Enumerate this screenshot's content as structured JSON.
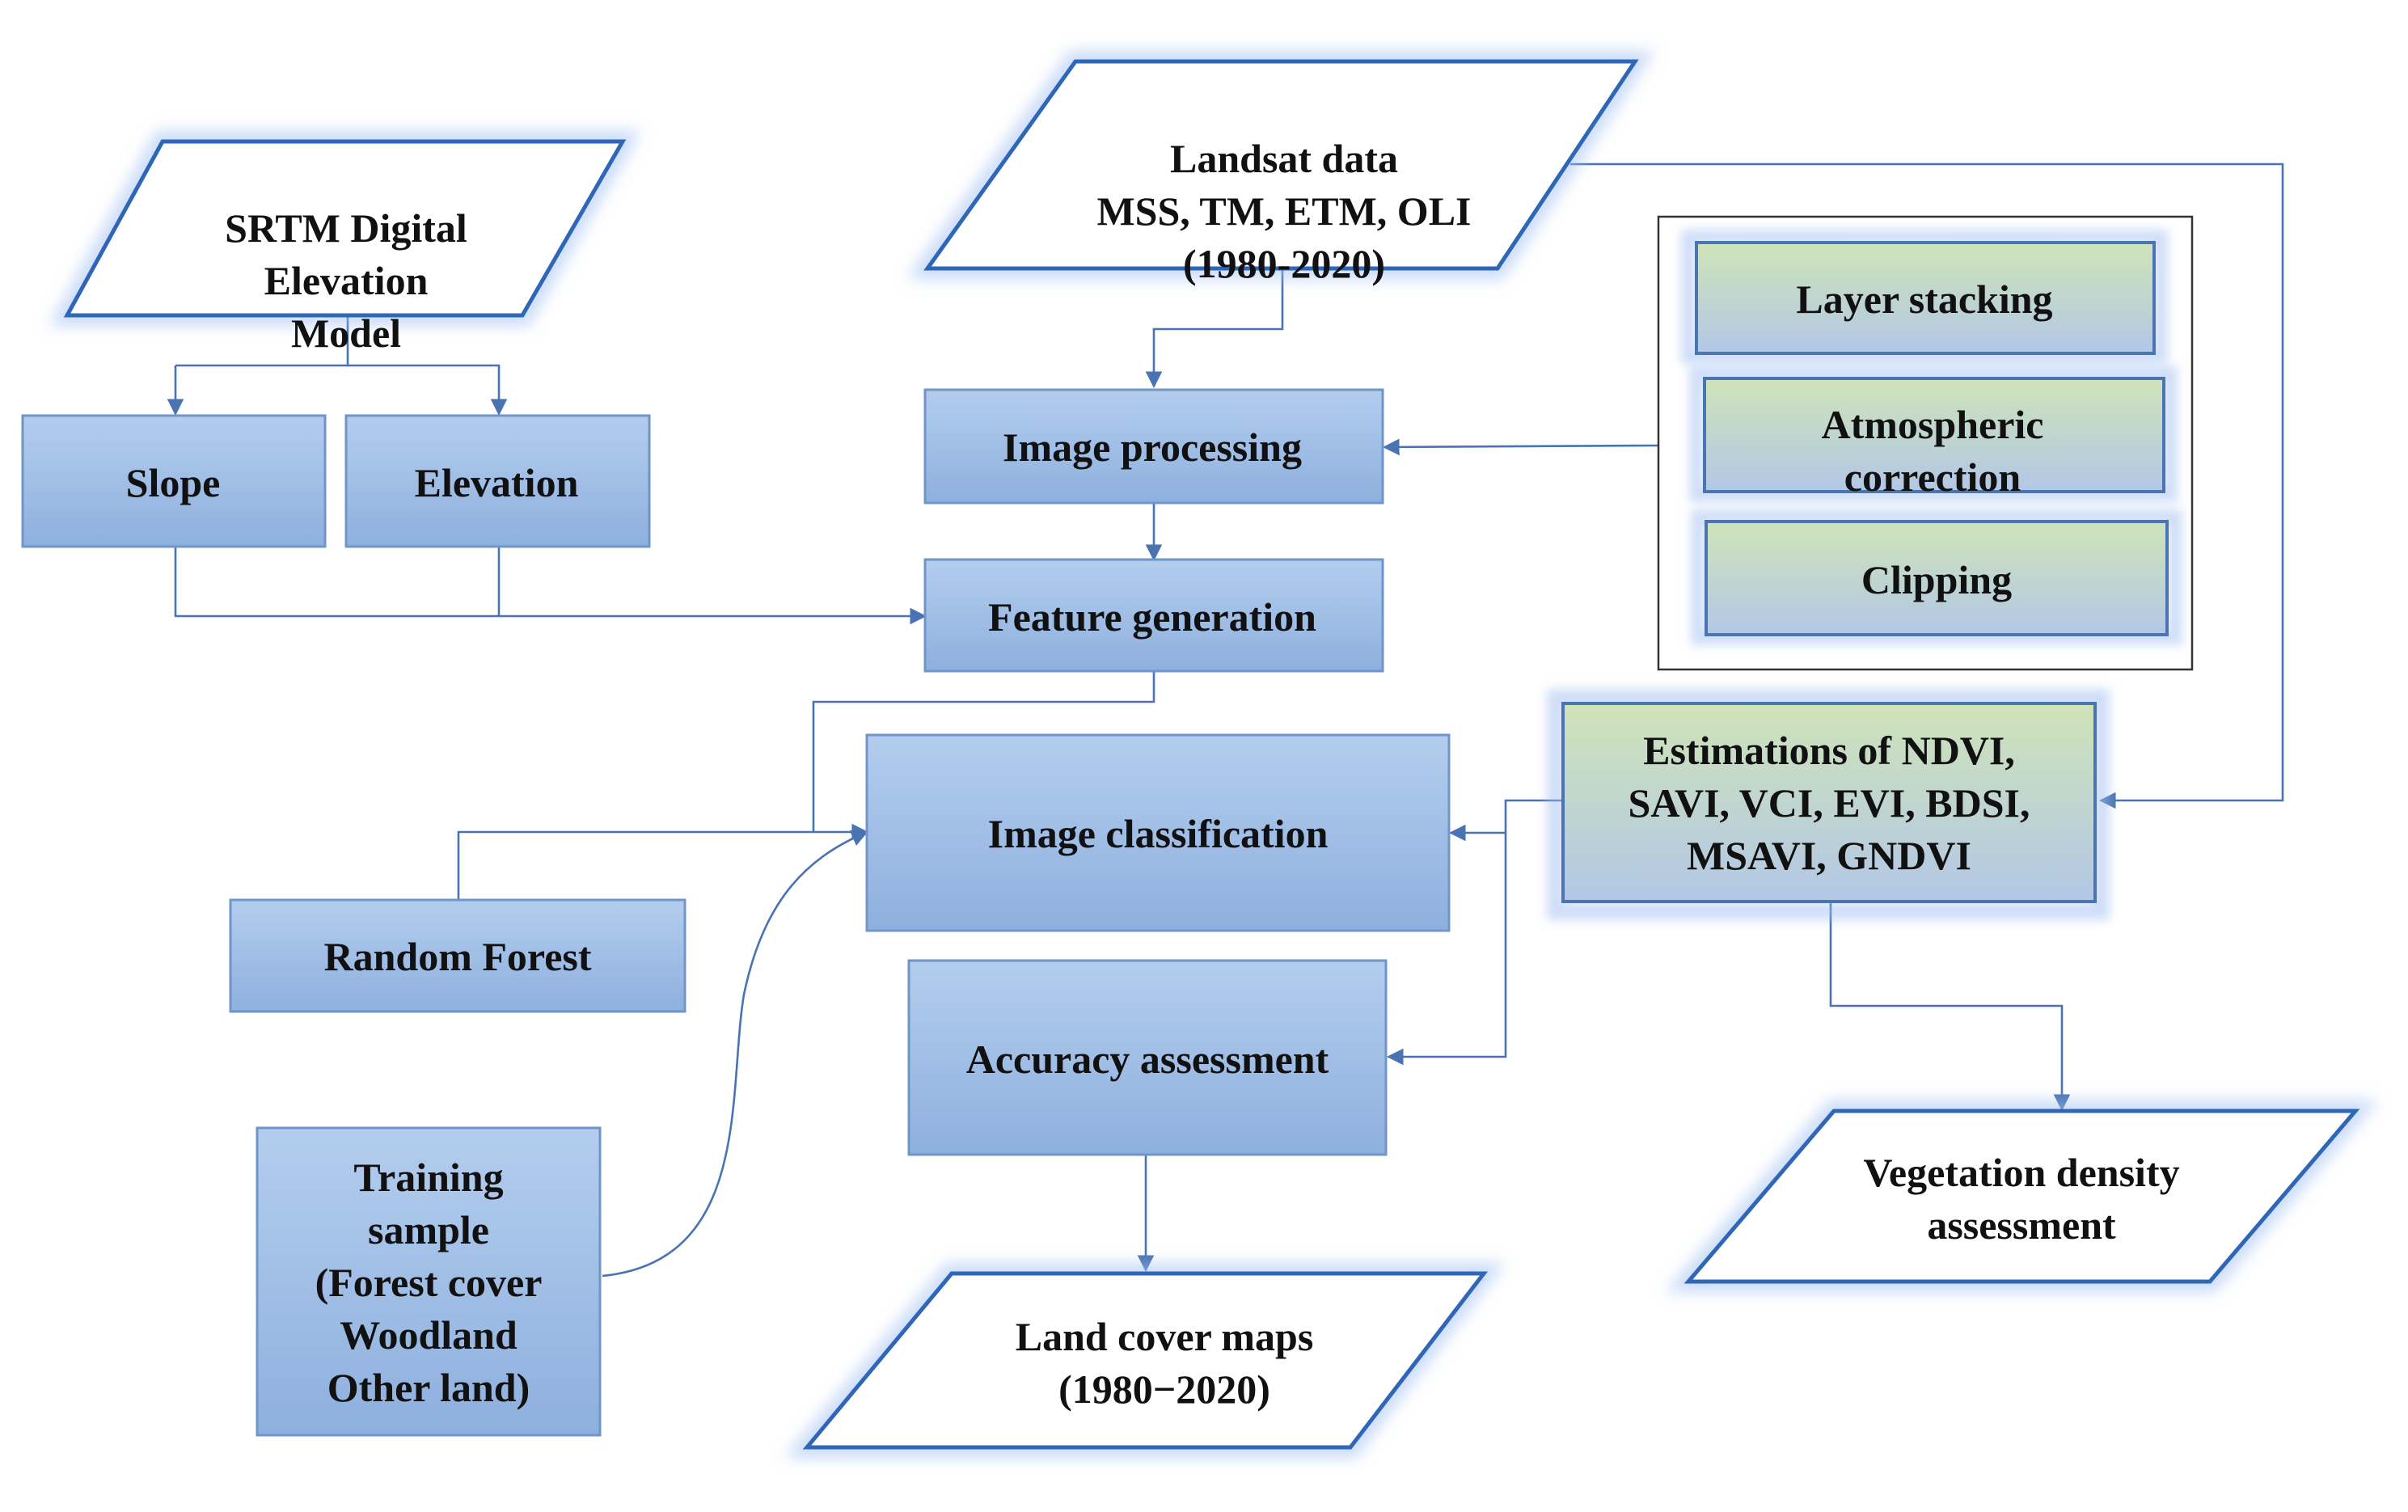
{
  "nodes": {
    "srtm": [
      "SRTM  Digital",
      "Elevation",
      "Model"
    ],
    "slope": [
      "Slope"
    ],
    "elevation": [
      "Elevation"
    ],
    "landsat": [
      "Landsat  data",
      "MSS, TM, ETM, OLI",
      "(1980-2020)"
    ],
    "image_processing": [
      "Image processing"
    ],
    "feature_generation": [
      "Feature generation"
    ],
    "image_classification": [
      "Image classification"
    ],
    "random_forest": [
      "Random  Forest"
    ],
    "accuracy_assessment": [
      "Accuracy assessment"
    ],
    "training_sample": [
      "Training",
      "sample",
      "(Forest cover",
      "Woodland",
      "Other land)"
    ],
    "land_cover_maps": [
      "Land cover maps",
      "(1980−2020)"
    ],
    "layer_stacking": [
      "Layer stacking"
    ],
    "atmospheric_correction": [
      "Atmospheric",
      "correction"
    ],
    "clipping": [
      "Clipping"
    ],
    "estimations": [
      "Estimations  of  NDVI,",
      "SAVI,  VCI,  EVI,  BDSI,",
      "MSAVI,  GNDVI"
    ],
    "vegetation_density": [
      "Vegetation density",
      "assessment"
    ]
  },
  "colors": {
    "box_fill_top": "#b3cdee",
    "box_fill_bottom": "#8eb0de",
    "green_fill_top": "#cfe4b8",
    "green_fill_bottom": "#b2c7e6",
    "parallelogram_stroke": "#2f66b8",
    "glow": "#9fbdf2",
    "connector": "#4a73b3"
  }
}
